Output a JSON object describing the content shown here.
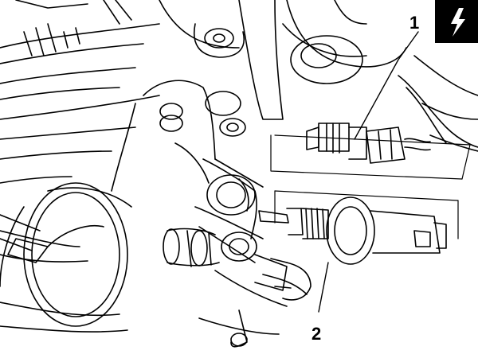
{
  "diagram": {
    "callouts": [
      {
        "id": "1",
        "label": "1"
      },
      {
        "id": "2",
        "label": "2"
      }
    ],
    "badge": {
      "icon": "lightning-bolt-icon",
      "background": "#000000",
      "foreground": "#ffffff"
    },
    "line_color": "#000000",
    "background": "#ffffff"
  }
}
